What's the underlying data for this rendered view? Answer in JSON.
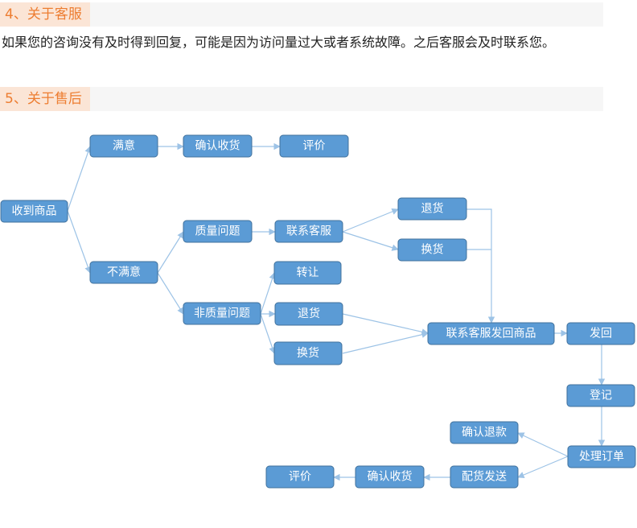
{
  "section4": {
    "heading": "4、关于客服",
    "body": "如果您的咨询没有及时得到回复，可能是因为访问量过大或者系统故障。之后客服会及时联系您。"
  },
  "section5": {
    "heading": "5、关于售后"
  },
  "flowchart": {
    "receive": "收到商品",
    "satisfied": "满意",
    "confirm_receipt_1": "确认收货",
    "review_1": "评价",
    "unsatisfied": "不满意",
    "quality_issue": "质量问题",
    "contact_cs_1": "联系客服",
    "return_1": "退货",
    "exchange_1": "换货",
    "non_quality_issue": "非质量问题",
    "transfer": "转让",
    "return_2": "退货",
    "exchange_2": "换货",
    "contact_cs_return": "联系客服发回商品",
    "send_back": "发回",
    "register": "登记",
    "process_order": "处理订单",
    "confirm_refund": "确认退款",
    "ship_goods": "配货发送",
    "confirm_receipt_2": "确认收货",
    "review_2": "评价"
  },
  "colors": {
    "node_fill": "#5b9bd5",
    "node_text": "#ffffff",
    "connector": "#9dc3e6",
    "heading_text": "#ed7d31",
    "heading_bg": "#fbe5d6"
  }
}
